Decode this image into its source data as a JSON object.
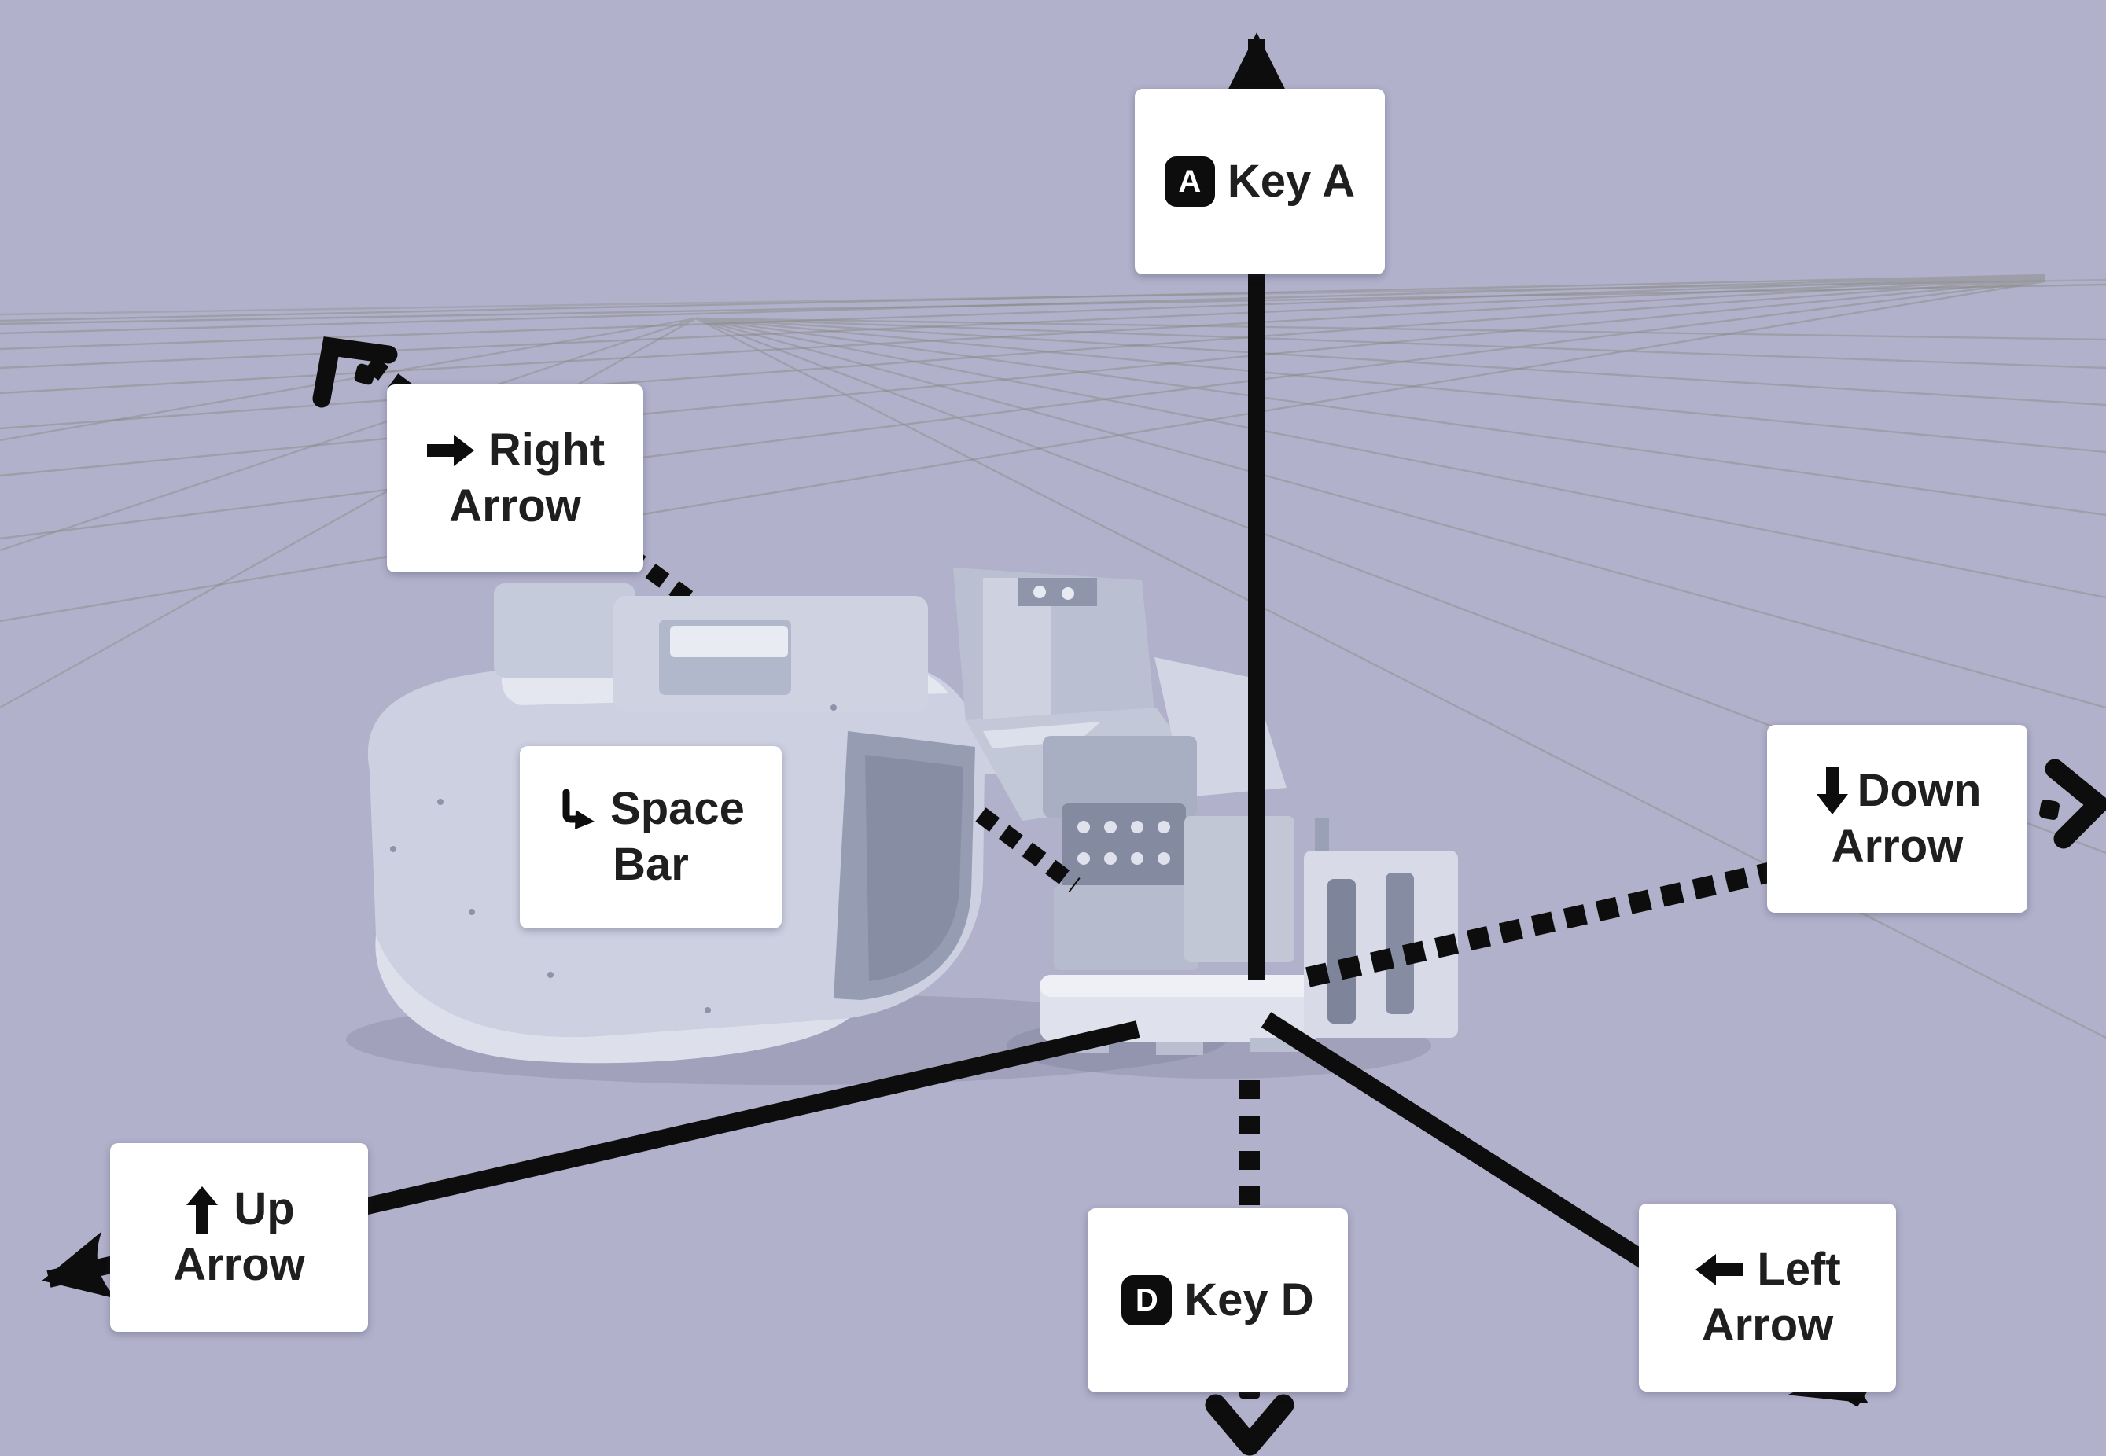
{
  "colors": {
    "background": "#b2b1cb",
    "card_background": "#ffffff",
    "card_text": "#1f1f1f",
    "annotation": "#0d0d0d",
    "grid_line": "#84867c",
    "robot_light": "#d6d9e6",
    "robot_mid": "#c3c8d9",
    "robot_dark": "#8d93a9"
  },
  "cards": {
    "key_a": {
      "key": "A",
      "label": "Key A"
    },
    "right_arrow": {
      "line1": "Right",
      "line2": "Arrow"
    },
    "space_bar": {
      "line1": "Space",
      "line2": "Bar"
    },
    "down_arrow": {
      "line1": "Down",
      "line2": "Arrow"
    },
    "up_arrow": {
      "line1": "Up",
      "line2": "Arrow"
    },
    "key_d": {
      "key": "D",
      "label": "Key D"
    },
    "left_arrow": {
      "line1": "Left",
      "line2": "Arrow"
    }
  }
}
